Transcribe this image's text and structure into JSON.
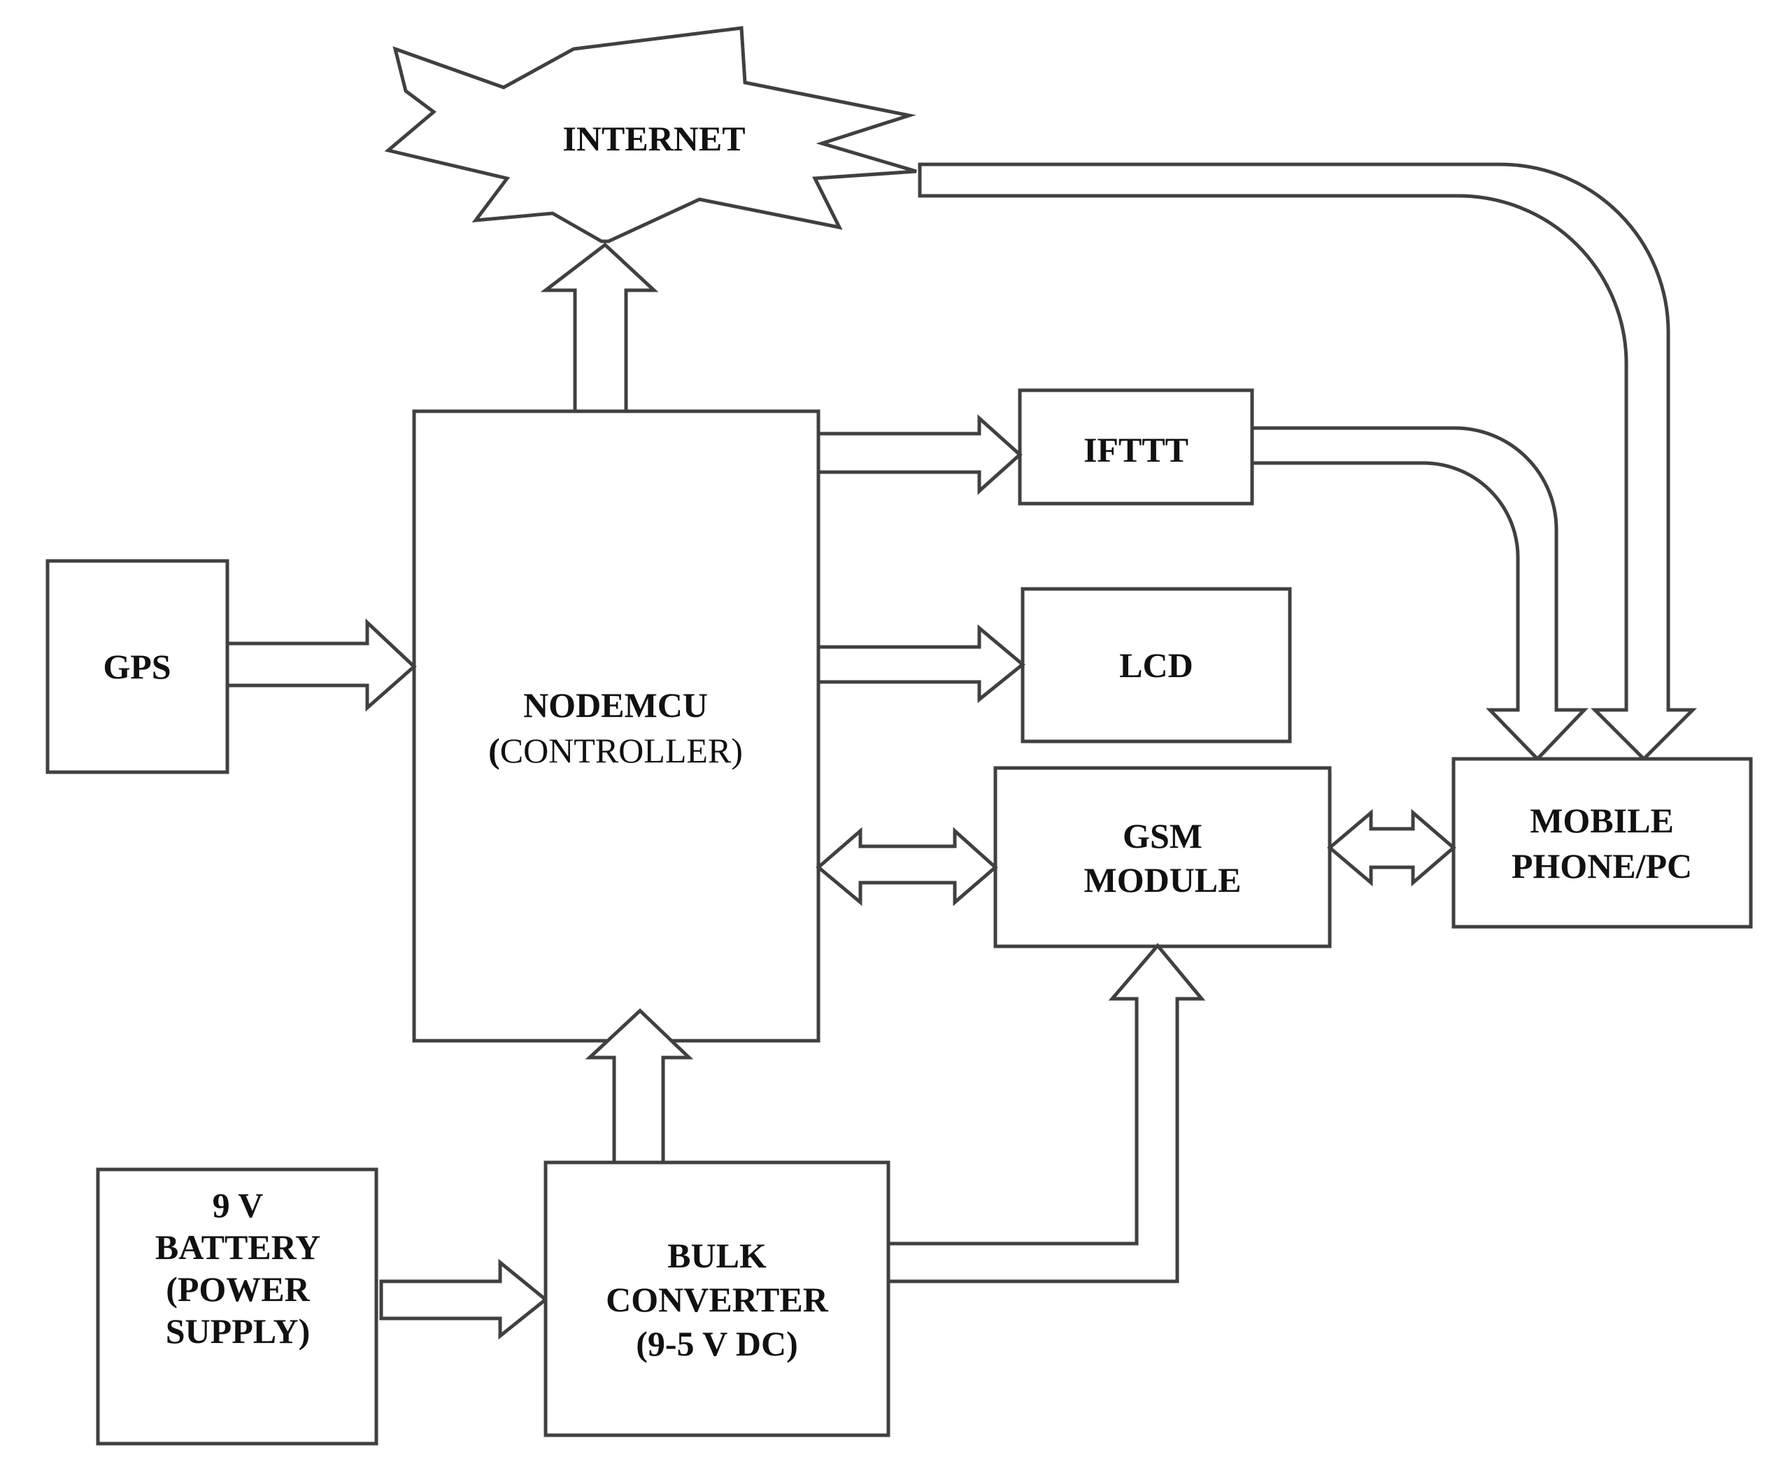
{
  "nodes": {
    "internet": "INTERNET",
    "gps": "GPS",
    "nodemcu": {
      "line1": "NODEMCU",
      "line2_open": "(",
      "line2_rest": "CONTROLLER)"
    },
    "ifttt": "IFTTT",
    "lcd": "LCD",
    "gsm": {
      "line1": "GSM",
      "line2": "MODULE"
    },
    "mobile": {
      "line1": "MOBILE",
      "line2": "PHONE/PC"
    },
    "battery": {
      "line1": "9 V",
      "line2": "BATTERY",
      "line3": "(POWER",
      "line4": "SUPPLY)"
    },
    "bulk": {
      "line1": "BULK",
      "line2": "CONVERTER",
      "line3": "(9-5 V DC)"
    }
  },
  "colors": {
    "stroke": "#404040",
    "text": "#111111",
    "background": "#ffffff"
  }
}
